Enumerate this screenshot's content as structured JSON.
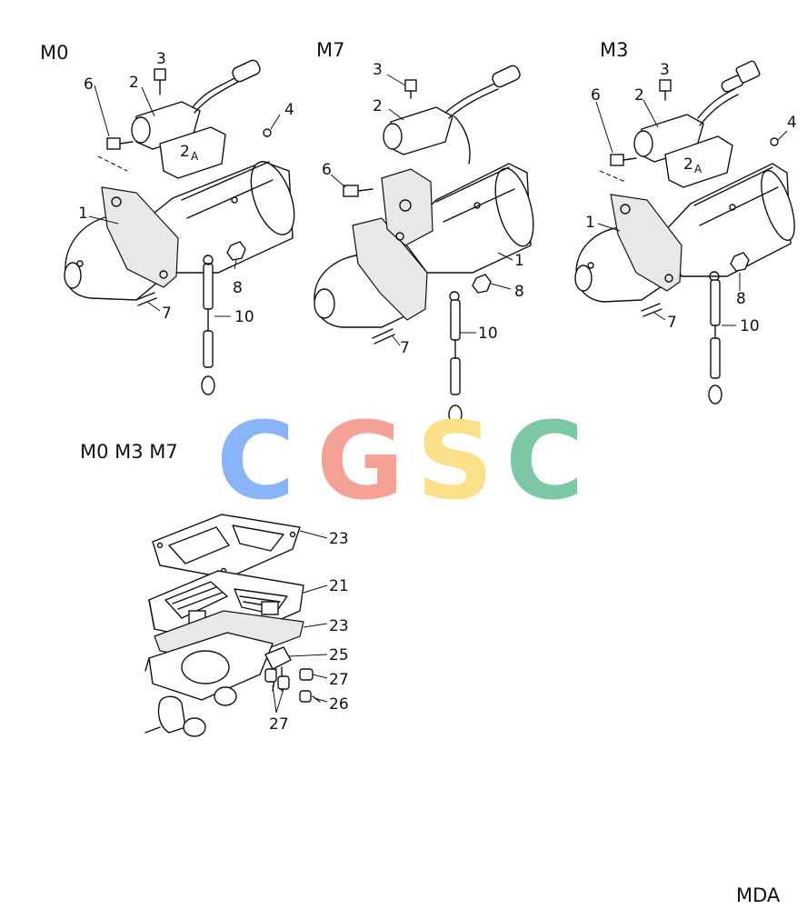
{
  "variants": {
    "m0": {
      "title": "M0"
    },
    "m7": {
      "title": "M7"
    },
    "m3": {
      "title": "M3"
    },
    "gasket_group": {
      "title": "M0 M3 M7"
    }
  },
  "callouts": {
    "m0": {
      "c1": "1",
      "c2": "2",
      "c2a": "2",
      "c2a_suffix": "A",
      "c3": "3",
      "c4": "4",
      "c6": "6",
      "c7": "7",
      "c8": "8",
      "c10": "10"
    },
    "m7": {
      "c1": "1",
      "c2": "2",
      "c3": "3",
      "c6": "6",
      "c7": "7",
      "c8": "8",
      "c10": "10"
    },
    "m3": {
      "c1": "1",
      "c2": "2",
      "c2a": "2",
      "c2a_suffix": "A",
      "c3": "3",
      "c4": "4",
      "c6": "6",
      "c7": "7",
      "c8": "8",
      "c10": "10"
    },
    "gasket_group": {
      "c21": "21",
      "c23a": "23",
      "c23b": "23",
      "c25": "25",
      "c26": "26",
      "c27a": "27",
      "c27b": "27"
    }
  },
  "watermark": {
    "letters": [
      "C",
      "G",
      "S",
      "C"
    ],
    "colors": [
      "#8ab4f8",
      "#f5a196",
      "#fbe08a",
      "#7dc8a4"
    ]
  },
  "footer": {
    "code": "MDA"
  }
}
